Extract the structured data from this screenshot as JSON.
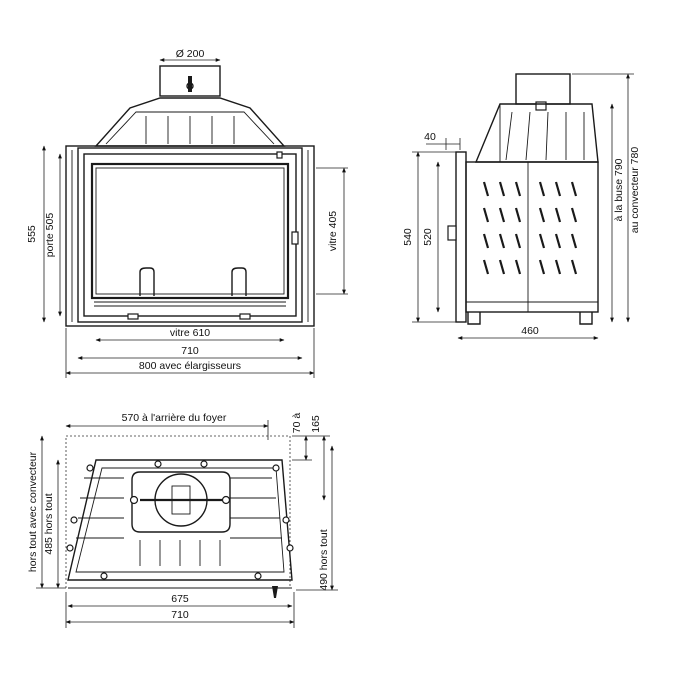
{
  "front_view": {
    "flue_diameter": "Ø 200",
    "height_total": "555",
    "door_height": "porte 505",
    "glass_height": "vitre 405",
    "glass_width": "vitre 610",
    "width_total": "710",
    "width_with_extenders": "800 avec élargisseurs"
  },
  "side_view": {
    "offset": "40",
    "height_total": "540",
    "height_body": "520",
    "depth": "460",
    "height_to_flue": "à la buse 790",
    "height_to_convector": "au convecteur 780"
  },
  "top_view": {
    "depth_to_rear": "570 à l'arrière du foyer",
    "offset_70": "70 à",
    "offset_165": "165",
    "depth_with_convector": "hors tout avec convecteur",
    "depth_overall_485": "485 hors tout",
    "depth_overall_490": "490 hors tout",
    "width_675": "675",
    "width_710": "710"
  }
}
